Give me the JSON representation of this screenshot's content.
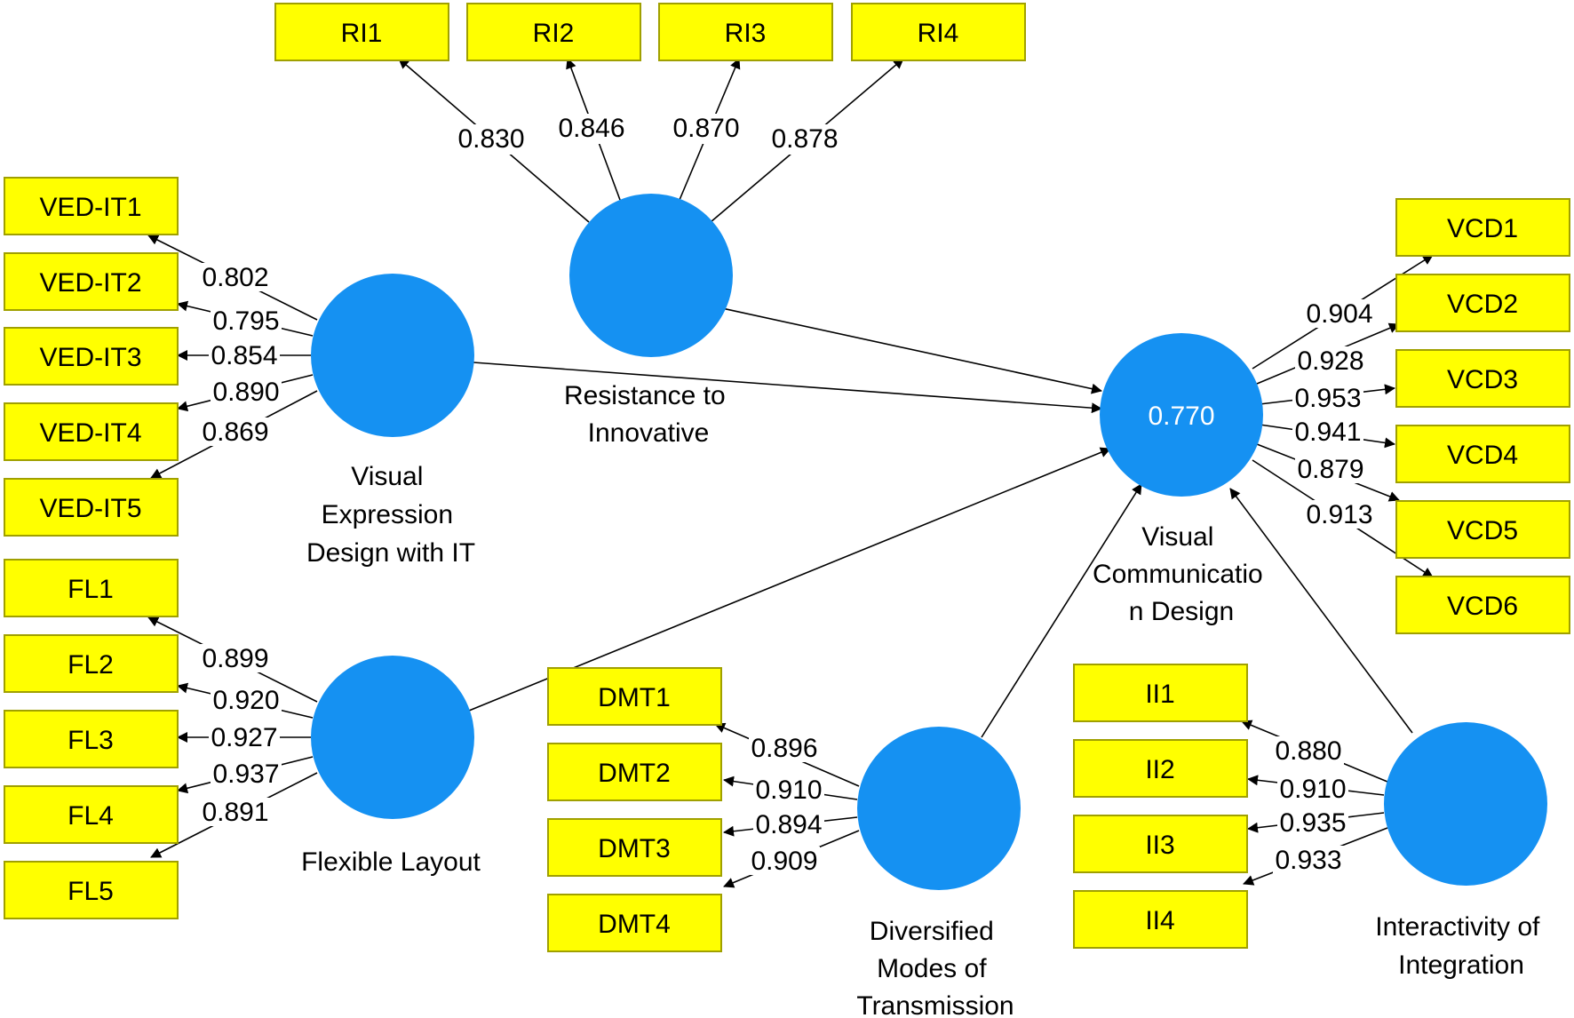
{
  "colors": {
    "indicator_fill": "#ffff00",
    "construct_fill": "#1591f2",
    "line": "#000000",
    "background": "#ffffff"
  },
  "indicators": {
    "RI1": "RI1",
    "RI2": "RI2",
    "RI3": "RI3",
    "RI4": "RI4",
    "VEDIT1": "VED-IT1",
    "VEDIT2": "VED-IT2",
    "VEDIT3": "VED-IT3",
    "VEDIT4": "VED-IT4",
    "VEDIT5": "VED-IT5",
    "FL1": "FL1",
    "FL2": "FL2",
    "FL3": "FL3",
    "FL4": "FL4",
    "FL5": "FL5",
    "DMT1": "DMT1",
    "DMT2": "DMT2",
    "DMT3": "DMT3",
    "DMT4": "DMT4",
    "II1": "II1",
    "II2": "II2",
    "II3": "II3",
    "II4": "II4",
    "VCD1": "VCD1",
    "VCD2": "VCD2",
    "VCD3": "VCD3",
    "VCD4": "VCD4",
    "VCD5": "VCD5",
    "VCD6": "VCD6"
  },
  "constructs": {
    "RI": {
      "label_lines": [
        "Resistance to",
        "Innovative"
      ]
    },
    "VED": {
      "label_lines": [
        "Visual",
        "Expression",
        "Design with IT"
      ]
    },
    "FL": {
      "label_lines": [
        "Flexible Layout"
      ]
    },
    "DMT": {
      "label_lines": [
        "Diversified",
        "Modes of",
        "Transmission"
      ]
    },
    "II": {
      "label_lines": [
        "Interactivity of",
        "Integration"
      ]
    },
    "VCD": {
      "label_lines": [
        "Visual",
        "Communicatio",
        "n Design"
      ],
      "r_squared": "0.770"
    }
  },
  "loadings": {
    "RI": [
      "0.830",
      "0.846",
      "0.870",
      "0.878"
    ],
    "VED": [
      "0.802",
      "0.795",
      "0.854",
      "0.890",
      "0.869"
    ],
    "FL": [
      "0.899",
      "0.920",
      "0.927",
      "0.937",
      "0.891"
    ],
    "DMT": [
      "0.896",
      "0.910",
      "0.894",
      "0.909"
    ],
    "II": [
      "0.880",
      "0.910",
      "0.935",
      "0.933"
    ],
    "VCD": [
      "0.904",
      "0.928",
      "0.953",
      "0.941",
      "0.879",
      "0.913"
    ]
  },
  "paths": [
    {
      "from": "RI",
      "to": "VCD"
    },
    {
      "from": "VED",
      "to": "VCD"
    },
    {
      "from": "FL",
      "to": "VCD"
    },
    {
      "from": "DMT",
      "to": "VCD"
    },
    {
      "from": "II",
      "to": "VCD"
    }
  ]
}
